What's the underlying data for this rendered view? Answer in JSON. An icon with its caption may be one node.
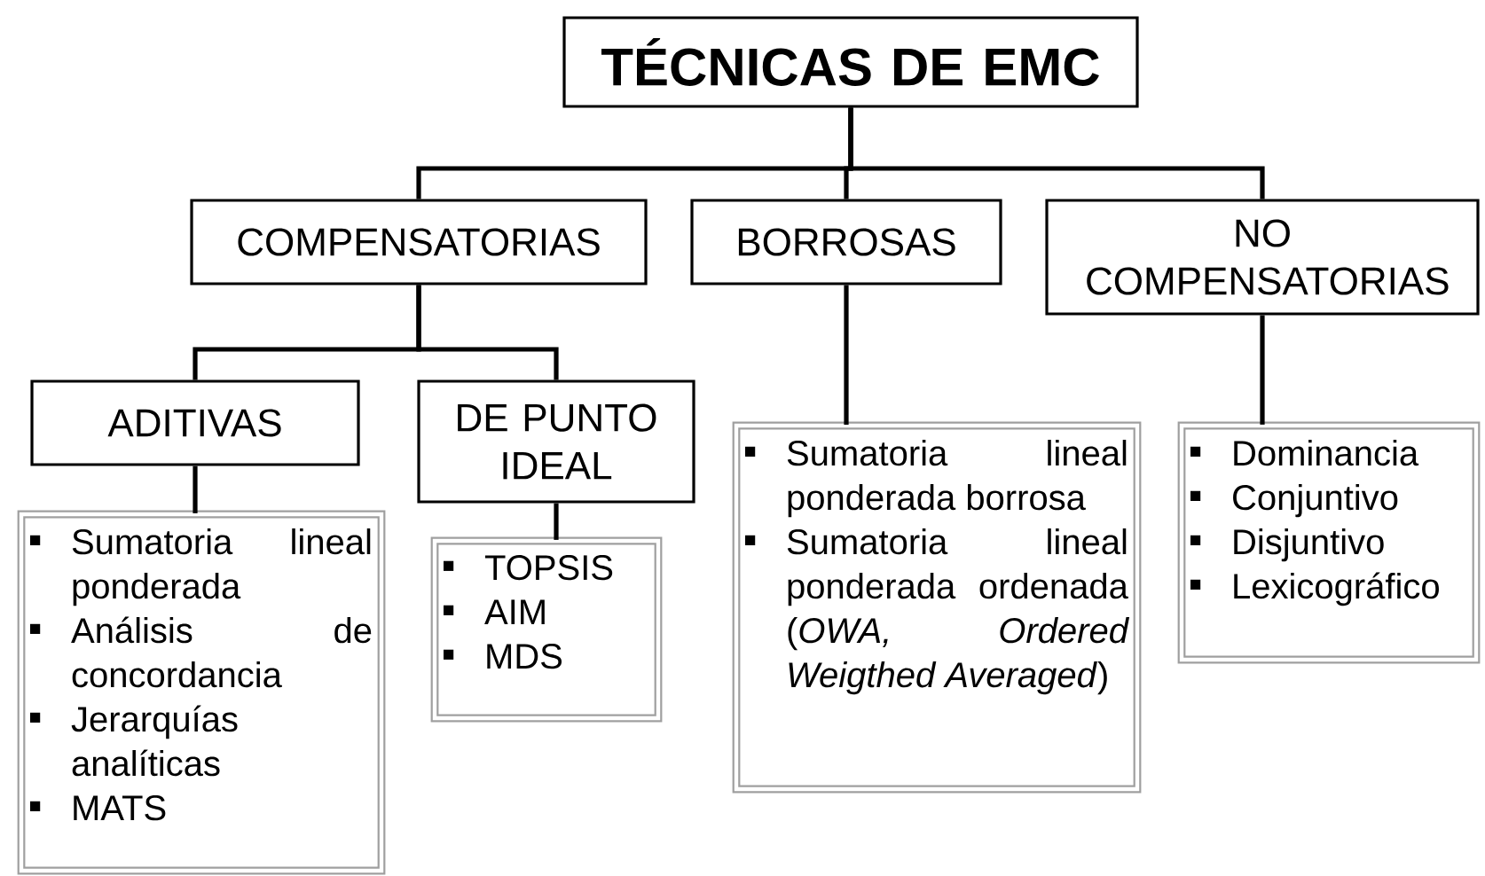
{
  "diagram": {
    "nodes": [
      {
        "text": [
          "TÉCNICAS DE EMC"
        ]
      },
      {
        "text": [
          "COMPENSATORIAS"
        ]
      },
      {
        "text": [
          "BORROSAS"
        ]
      },
      {
        "text": [
          "NO COMPENSATORIAS"
        ]
      },
      {
        "text": [
          "ADITIVAS"
        ]
      },
      {
        "text": [
          "DE PUNTO IDEAL"
        ]
      },
      {
        "text": [
          "Sumatoria lineal ponderada",
          "Análisis de concordancia",
          "Jerarquías analíticas",
          "MATS"
        ]
      },
      {
        "text": [
          "TOPSIS",
          "AIM",
          "MDS"
        ]
      },
      {
        "text": [
          "Sumatoria lineal ponderada borrosa",
          "Sumatoria lineal ponderada ordenada (*OWA, Ordered Weigthed Averaged*)"
        ]
      },
      {
        "text": [
          "Dominancia",
          "Conjuntivo",
          "Disjuntivo",
          "Lexicográfico"
        ]
      }
    ],
    "edges": [
      {
        "from": 0,
        "to": 1,
        "arrow": "none"
      },
      {
        "from": 0,
        "to": 2,
        "arrow": "none"
      },
      {
        "from": 0,
        "to": 3,
        "arrow": "none"
      },
      {
        "from": 1,
        "to": 4,
        "arrow": "none"
      },
      {
        "from": 1,
        "to": 5,
        "arrow": "none"
      },
      {
        "from": 4,
        "to": 6,
        "arrow": "none"
      },
      {
        "from": 5,
        "to": 7,
        "arrow": "none"
      },
      {
        "from": 2,
        "to": 8,
        "arrow": "none"
      },
      {
        "from": 3,
        "to": 9,
        "arrow": "none"
      }
    ]
  }
}
